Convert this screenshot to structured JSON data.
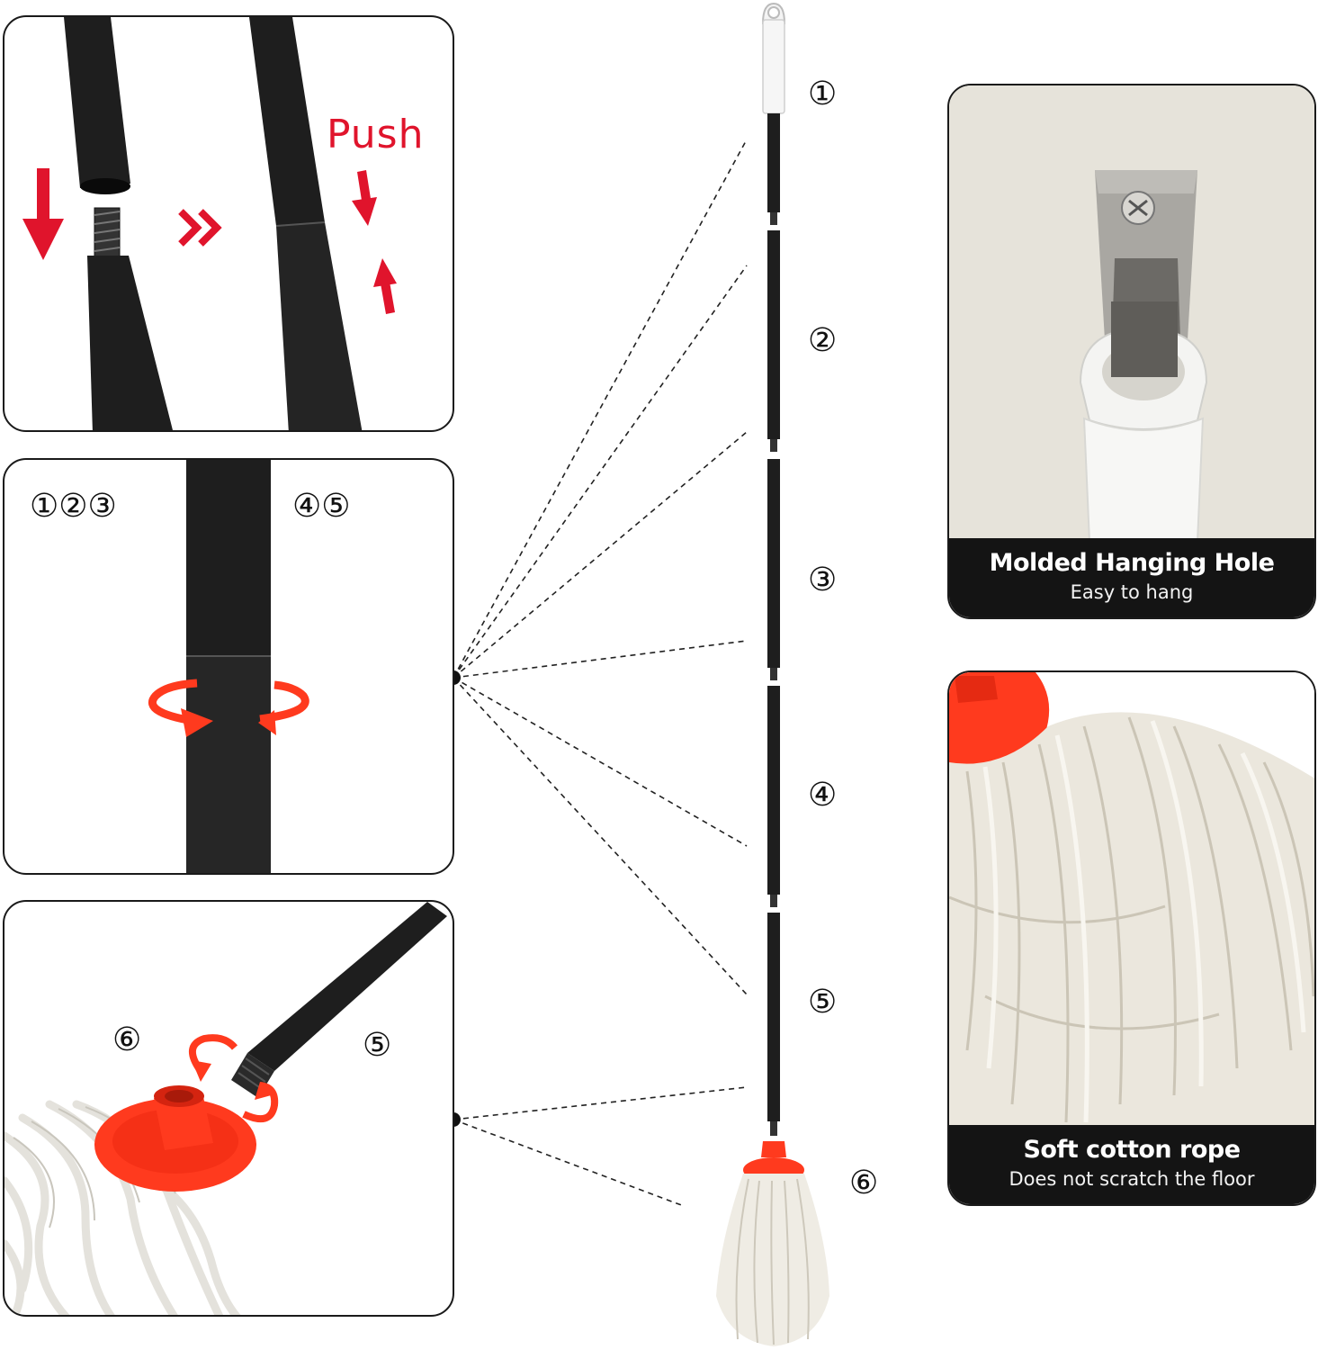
{
  "colors": {
    "accent_red": "#e0142c",
    "mop_red": "#ff3a1e",
    "pole_black": "#1e1e1e",
    "caption_bg": "#141414"
  },
  "icons": {
    "down_arrow": "down-arrow-icon",
    "up_arrow": "up-arrow-icon",
    "double_chevron": "double-chevron-right-icon",
    "rotate": "rotate-icon"
  },
  "assembly_panel": {
    "push_label": "Push"
  },
  "twist_panel": {
    "left_numbers": "①②③",
    "right_numbers": "④⑤"
  },
  "mophead_panel": {
    "left_number": "⑥",
    "right_number": "⑤"
  },
  "pole": {
    "segment_labels": [
      "①",
      "②",
      "③",
      "④",
      "⑤",
      "⑥"
    ]
  },
  "hanging_panel": {
    "title": "Molded Hanging Hole",
    "subtitle": "Easy to hang"
  },
  "rope_panel": {
    "title": "Soft cotton rope",
    "subtitle": "Does not scratch the floor"
  }
}
